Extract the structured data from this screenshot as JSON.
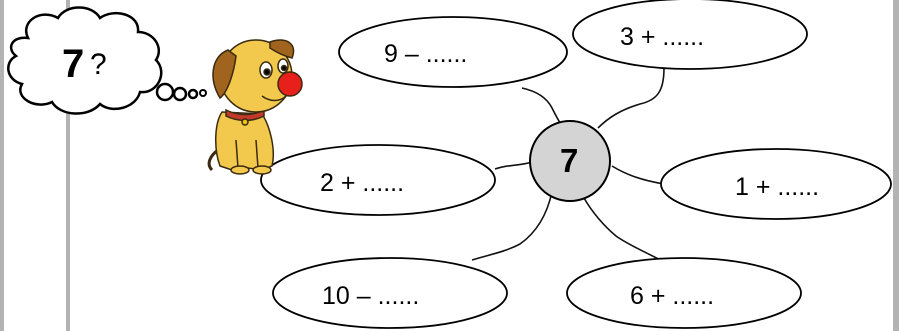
{
  "thought": {
    "number": "7",
    "question": "?"
  },
  "center": {
    "number": "7"
  },
  "bubbles": [
    {
      "id": "top-left",
      "text": "9 – ......"
    },
    {
      "id": "top-right",
      "text": "3 + ......"
    },
    {
      "id": "mid-left",
      "text": "2 + ......"
    },
    {
      "id": "mid-right",
      "text": "1 + ......"
    },
    {
      "id": "bottom-left",
      "text": "10 – ......"
    },
    {
      "id": "bottom-right",
      "text": "6 + ......"
    }
  ],
  "colors": {
    "center_fill": "#d4d4d4",
    "outline": "#000000",
    "dog_body": "#f2c94c",
    "dog_nose": "#e8201c",
    "border": "#b3b3b3"
  },
  "icons": [
    "thought-bubble-icon",
    "dog-icon"
  ]
}
